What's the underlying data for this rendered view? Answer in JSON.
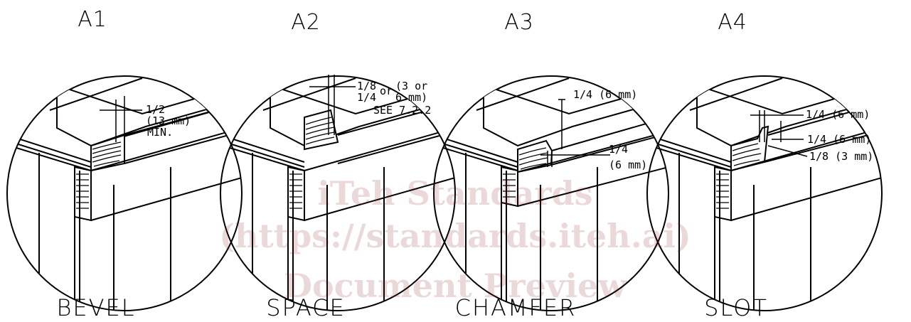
{
  "details": [
    {
      "id": "A1",
      "name": "BEVEL",
      "notes": [
        "1/2",
        "(13 mm)",
        "MIN."
      ]
    },
    {
      "id": "A2",
      "name": "SPACE",
      "notes": [
        "1/8",
        "or",
        "(3 or",
        "1/4",
        "6 mm)",
        "SEE 7.2.2"
      ]
    },
    {
      "id": "A3",
      "name": "CHAMFER",
      "notes": [
        "1/4 (6 mm)",
        "1/4",
        "(6 mm)"
      ]
    },
    {
      "id": "A4",
      "name": "SLOT",
      "notes": [
        "1/4 (6 mm)",
        "1/4 (6 mm)",
        "1/8 (3 mm)"
      ]
    }
  ],
  "watermark": {
    "line1": "iTeh Standards",
    "line2": "(https://standards.iteh.ai)",
    "line3": "Document Preview",
    "color": "#8b1a1a"
  }
}
